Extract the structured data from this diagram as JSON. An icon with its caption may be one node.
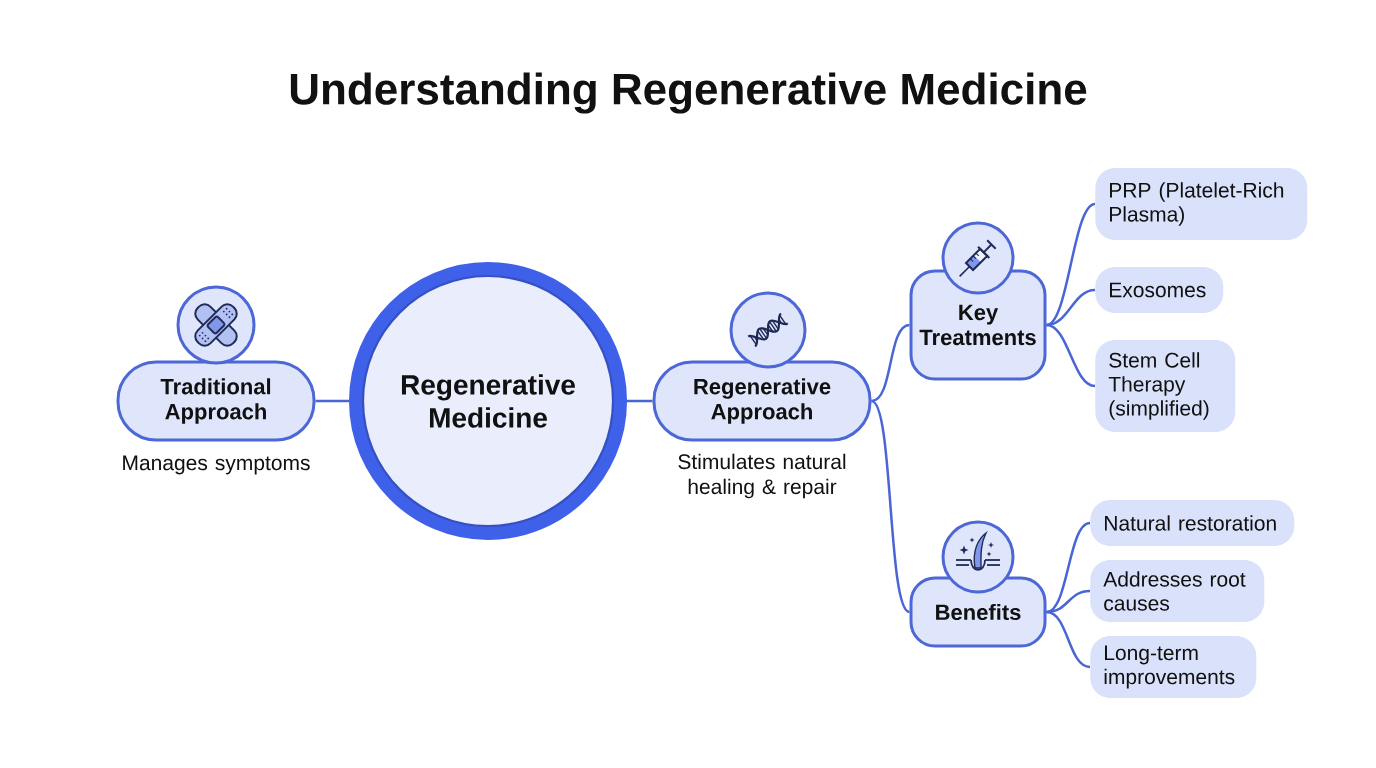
{
  "diagram": {
    "title": "Understanding Regenerative Medicine",
    "nodes": [
      {
        "text": [
          "Traditional Approach"
        ],
        "beside": [
          "Manages symptoms"
        ]
      },
      {
        "text": [
          "Regenerative Medicine"
        ]
      },
      {
        "text": [
          "Regenerative Approach"
        ],
        "beside": [
          "Stimulates natural healing & repair"
        ]
      },
      {
        "text": [
          "Key Treatments"
        ]
      },
      {
        "text": [
          "PRP (Platelet-Rich Plasma)"
        ]
      },
      {
        "text": [
          "Exosomes"
        ]
      },
      {
        "text": [
          "Stem Cell Therapy (simplified)"
        ]
      },
      {
        "text": [
          "Benefits"
        ]
      },
      {
        "text": [
          "Natural restoration"
        ]
      },
      {
        "text": [
          "Addresses root causes"
        ]
      },
      {
        "text": [
          "Long-term improvements"
        ]
      }
    ],
    "edges": [
      {
        "from": 0,
        "to": 1,
        "arrow": "none"
      },
      {
        "from": 1,
        "to": 2,
        "arrow": "none"
      },
      {
        "from": 2,
        "to": 3,
        "arrow": "none"
      },
      {
        "from": 2,
        "to": 7,
        "arrow": "none"
      },
      {
        "from": 3,
        "to": 4,
        "arrow": "none"
      },
      {
        "from": 3,
        "to": 5,
        "arrow": "none"
      },
      {
        "from": 3,
        "to": 6,
        "arrow": "none"
      },
      {
        "from": 7,
        "to": 8,
        "arrow": "none"
      },
      {
        "from": 7,
        "to": 9,
        "arrow": "none"
      },
      {
        "from": 7,
        "to": 10,
        "arrow": "none"
      }
    ]
  }
}
